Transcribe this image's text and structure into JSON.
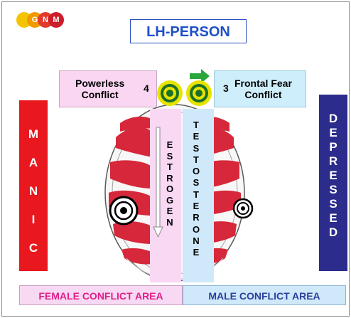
{
  "logo": {
    "letters": [
      "G",
      "N",
      "M"
    ]
  },
  "title": "LH-PERSON",
  "left_callout": {
    "text_line1": "Powerless",
    "text_line2": "Conflict",
    "number": "4"
  },
  "right_callout": {
    "number": "3",
    "text_line1": "Frontal Fear",
    "text_line2": "Conflict"
  },
  "left_bar_letters": [
    "M",
    "A",
    "N",
    "I",
    "C"
  ],
  "right_bar_letters": [
    "D",
    "E",
    "P",
    "R",
    "E",
    "S",
    "S",
    "E",
    "D"
  ],
  "estrogen_letters": [
    "E",
    "S",
    "T",
    "R",
    "O",
    "G",
    "E",
    "N"
  ],
  "testosterone_letters": [
    "T",
    "E",
    "S",
    "T",
    "O",
    "S",
    "T",
    "E",
    "R",
    "O",
    "N",
    "E"
  ],
  "bottom": {
    "female_area": "FEMALE CONFLICT AREA",
    "male_area": "MALE CONFLICT AREA"
  },
  "colors": {
    "manic": "#e8181e",
    "depressed": "#2c2c8c",
    "female_pink": "#f9d8f4",
    "male_blue": "#cfe9fa",
    "brain_red": "#d6283a",
    "target_yellow": "#e7e300",
    "arrow_green": "#2aa63a",
    "title_blue": "#1f4fc8"
  }
}
